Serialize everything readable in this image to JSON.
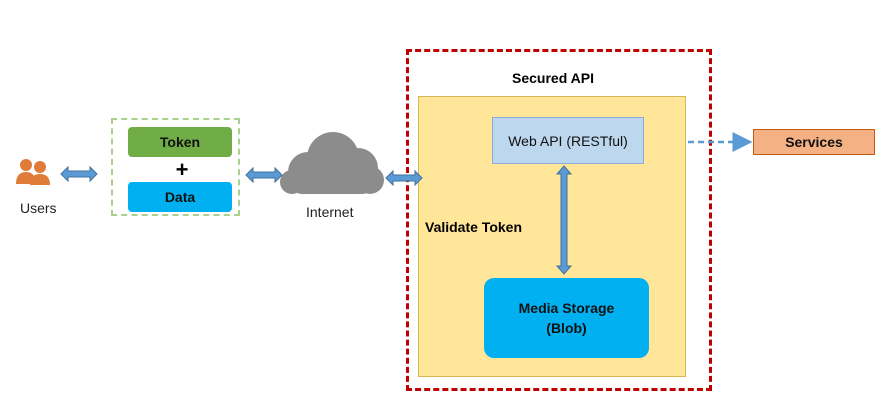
{
  "nodes": {
    "users": "Users",
    "token": "Token",
    "plus": "+",
    "data": "Data",
    "internet": "Internet",
    "secured_api": "Secured API",
    "web_api": "Web API (RESTful)",
    "validate_token": "Validate Token",
    "media_storage_line1": "Media Storage",
    "media_storage_line2": "(Blob)",
    "services": "Services"
  },
  "colors": {
    "user_icon": "#e07b39",
    "package_border": "#a9d18e",
    "token_fill": "#70ad47",
    "data_fill": "#00b0f0",
    "cloud_fill": "#8c8c8c",
    "connector_arrow": "#5b9bd5",
    "secured_border": "#c00000",
    "validate_fill": "#ffe699",
    "web_api_fill": "#bdd7ee",
    "media_fill": "#00b0f0",
    "services_fill": "#f4b183"
  },
  "icons": [
    "users-icon",
    "cloud-icon"
  ]
}
